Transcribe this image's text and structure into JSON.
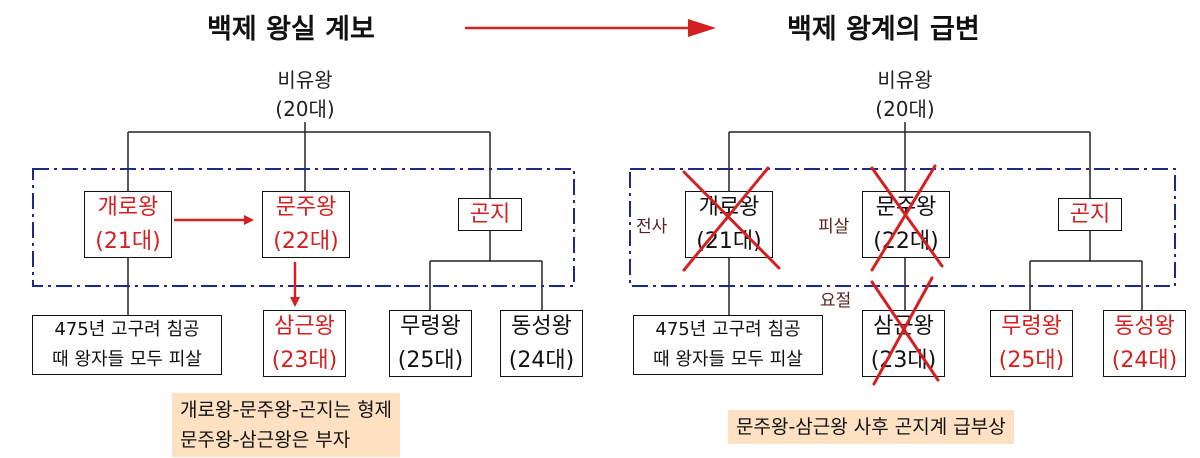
{
  "titles": {
    "left": "백제 왕실 계보",
    "right": "백제 왕계의 급변"
  },
  "left": {
    "root": {
      "name": "비유왕",
      "gen": "(20대)"
    },
    "nodes": {
      "gaero": {
        "name": "개로왕",
        "gen": "(21대)"
      },
      "munju": {
        "name": "문주왕",
        "gen": "(22대)"
      },
      "gonji": {
        "name": "곤지"
      },
      "samgeun": {
        "name": "삼근왕",
        "gen": "(23대)"
      },
      "muryeong": {
        "name": "무령왕",
        "gen": "(25대)"
      },
      "dongseong": {
        "name": "동성왕",
        "gen": "(24대)"
      }
    },
    "note": {
      "line1": "475년 고구려 침공",
      "line2": "때 왕자들 모두 피살"
    },
    "caption": {
      "line1": "개로왕-문주왕-곤지는 형제",
      "line2": "문주왕-삼근왕은 부자"
    }
  },
  "right": {
    "root": {
      "name": "비유왕",
      "gen": "(20대)"
    },
    "nodes": {
      "gaero": {
        "name": "개로왕",
        "gen": "(21대)"
      },
      "munju": {
        "name": "문주왕",
        "gen": "(22대)"
      },
      "gonji": {
        "name": "곤지"
      },
      "samgeun": {
        "name": "삼근왕",
        "gen": "(23대)"
      },
      "muryeong": {
        "name": "무령왕",
        "gen": "(25대)"
      },
      "dongseong": {
        "name": "동성왕",
        "gen": "(24대)"
      }
    },
    "note": {
      "line1": "475년 고구려 침공",
      "line2": "때 왕자들 모두 피살"
    },
    "labels": {
      "killed_in_battle": "전사",
      "murdered": "피살",
      "died_young": "요절"
    },
    "caption": "문주왕-삼근왕 사후 곤지계 급부상"
  },
  "colors": {
    "red": "#d42020",
    "navy": "#1c2a8a",
    "caption_bg": "#fde1c2",
    "label": "#5b2020"
  }
}
